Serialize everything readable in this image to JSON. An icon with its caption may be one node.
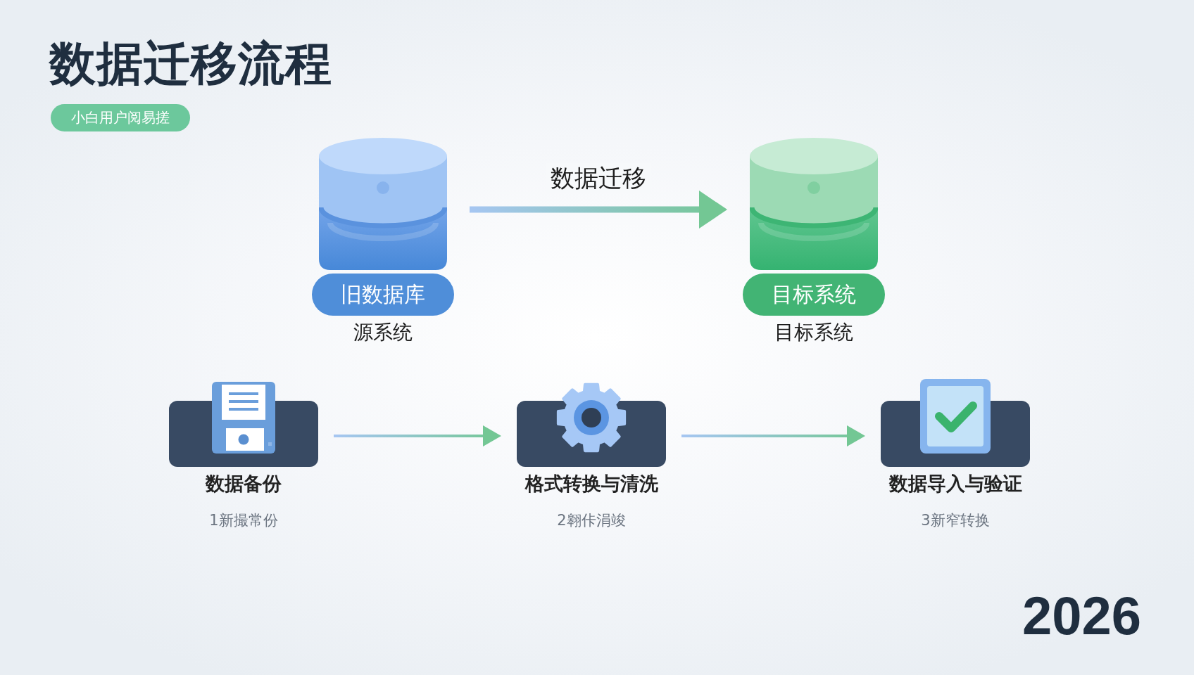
{
  "diagram": {
    "title": "数据迁移流程",
    "nodes": [
      {
        "text": [
          "小白用户阅易搓"
        ]
      },
      {
        "text": [
          "旧数据库"
        ],
        "beside": [
          "源系统"
        ]
      },
      {
        "text": [
          "目标系统"
        ],
        "beside": [
          "目标系统"
        ]
      },
      {
        "text": [
          "数据备份"
        ],
        "beside": [
          "1新撮常份"
        ]
      },
      {
        "text": [
          "格式转换与清洗"
        ],
        "beside": [
          "2翱佧涓竣"
        ]
      },
      {
        "text": [
          "数据导入与验证"
        ],
        "beside": [
          "3新窄转换"
        ]
      }
    ],
    "edges": [
      {
        "from": 1,
        "to": 2,
        "arrow": "to",
        "label": "数据迁移",
        "style": "thick"
      },
      {
        "from": 3,
        "to": 4,
        "arrow": "to"
      },
      {
        "from": 4,
        "to": 5,
        "arrow": "to"
      }
    ],
    "labels": [
      "2026"
    ]
  }
}
